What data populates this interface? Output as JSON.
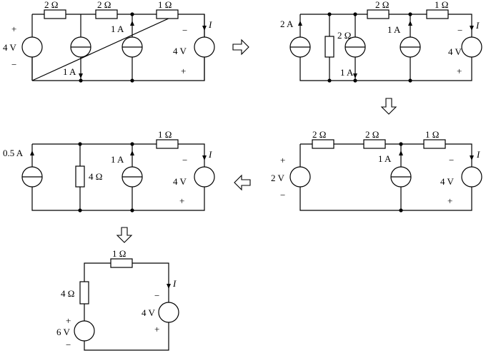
{
  "circuits": {
    "c1": {
      "r_top_left": "2 Ω",
      "r_top_mid": "2 Ω",
      "r_top_right": "1 Ω",
      "vs_left_plus": "+",
      "vs_left_value": "4 V",
      "vs_left_minus": "−",
      "cs_mid_value": "1 A",
      "cs_right_value": "1 A",
      "vs_right_minus": "−",
      "vs_right_value": "4 V",
      "vs_right_plus": "+",
      "current_label": "I"
    },
    "c2": {
      "cs_left_value": "2 A",
      "r_shunt": "2 Ω",
      "cs_mid_value": "1 A",
      "r_top_mid": "2 Ω",
      "r_top_right": "1 Ω",
      "cs_right_value": "1 A",
      "vs_right_minus": "−",
      "vs_right_value": "4 V",
      "vs_right_plus": "+",
      "current_label": "I"
    },
    "c3": {
      "cs_left_value": "0.5 A",
      "r_shunt": "4 Ω",
      "cs_mid_value": "1 A",
      "r_top_right": "1 Ω",
      "vs_right_minus": "−",
      "vs_right_value": "4 V",
      "vs_right_plus": "+",
      "current_label": "I"
    },
    "c4": {
      "r_top_left": "2 Ω",
      "r_top_mid": "2 Ω",
      "r_top_right": "1 Ω",
      "vs_left_plus": "+",
      "vs_left_value": "2 V",
      "vs_left_minus": "−",
      "cs_mid_value": "1 A",
      "vs_right_minus": "−",
      "vs_right_value": "4 V",
      "vs_right_plus": "+",
      "current_label": "I"
    },
    "c5": {
      "r_top": "1 Ω",
      "r_left": "4 Ω",
      "vs_left_plus": "+",
      "vs_left_value": "6 V",
      "vs_left_minus": "−",
      "vs_right_minus": "−",
      "vs_right_value": "4 V",
      "vs_right_plus": "+",
      "current_label": "I"
    }
  }
}
